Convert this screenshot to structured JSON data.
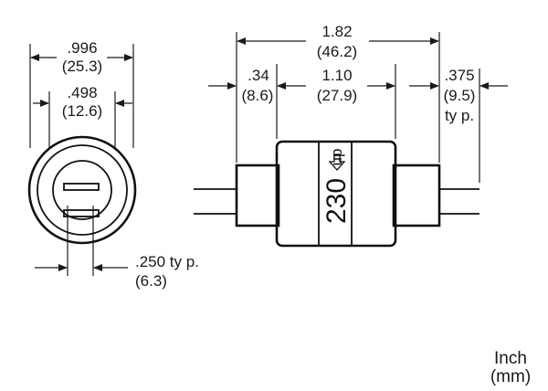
{
  "front_view": {
    "outer_dia": {
      "inch": ".996",
      "mm": "(25.3)"
    },
    "inner_dia": {
      "inch": ".498",
      "mm": "(12.6)"
    },
    "pin_spacing": {
      "inch": ".250 ty  p.",
      "mm": "(6.3)"
    }
  },
  "side_view": {
    "overall_length": {
      "inch": "1.82",
      "mm": "(46.2)"
    },
    "left_shoulder": {
      "inch": ".34",
      "mm": "(8.6)"
    },
    "body_length": {
      "inch": "1.10",
      "mm": "(27.9)"
    },
    "pin_length": {
      "inch": ".375",
      "mm": "(9.5)",
      "note": "ty p."
    },
    "label_value": "230",
    "label_up": "up"
  },
  "units": {
    "primary": "Inch",
    "secondary": "(mm)"
  }
}
